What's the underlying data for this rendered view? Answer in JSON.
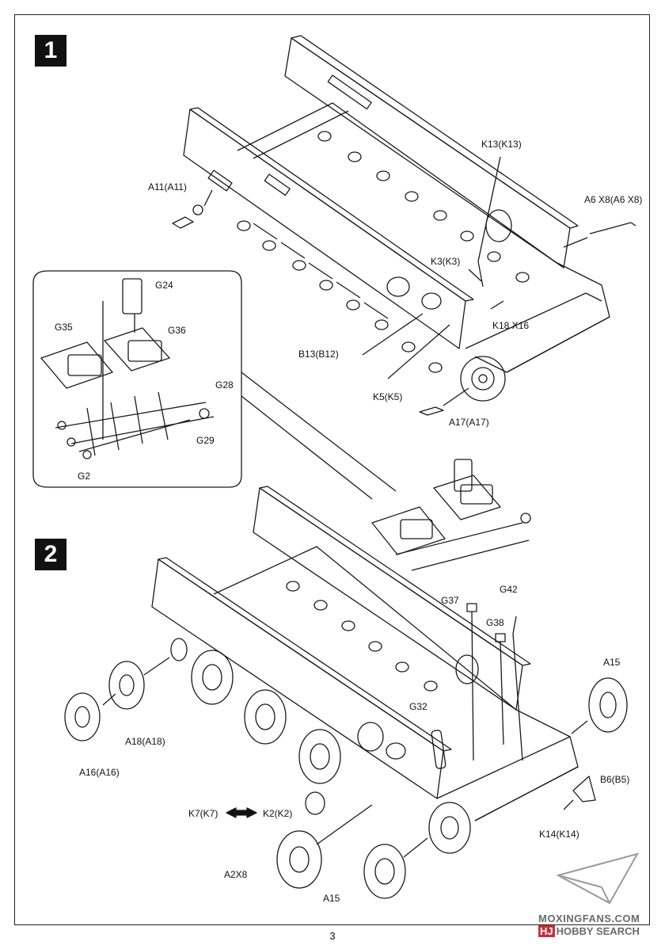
{
  "page_number": "3",
  "steps": [
    {
      "number": "1"
    },
    {
      "number": "2"
    }
  ],
  "step1_labels": {
    "a11": "A11(A11)",
    "k13": "K13(K13)",
    "a6": "A6 X8(A6 X8)",
    "k3": "K3(K3)",
    "k18": "K18 X16",
    "b13": "B13(B12)",
    "k5": "K5(K5)",
    "a17": "A17(A17)"
  },
  "inset_labels": {
    "g24": "G24",
    "g35": "G35",
    "g36": "G36",
    "g28": "G28",
    "g29": "G29",
    "g2": "G2"
  },
  "step2_labels": {
    "g37": "G37",
    "g42": "G42",
    "g38": "G38",
    "a15_top": "A15",
    "g32": "G32",
    "a18": "A18(A18)",
    "a16": "A16(A16)",
    "b6": "B6(B5)",
    "k7": "K7(K7)",
    "k2": "K2(K2)",
    "k14": "K14(K14)",
    "a2": "A2X8",
    "a15_bottom": "A15"
  },
  "watermark": {
    "site": "MOXINGFANS.COM",
    "badge": "HJ",
    "brand": "HOBBY SEARCH"
  },
  "colors": {
    "ink": "#111111",
    "step_badge": "#111111",
    "watermark_red": "#c3303a"
  }
}
